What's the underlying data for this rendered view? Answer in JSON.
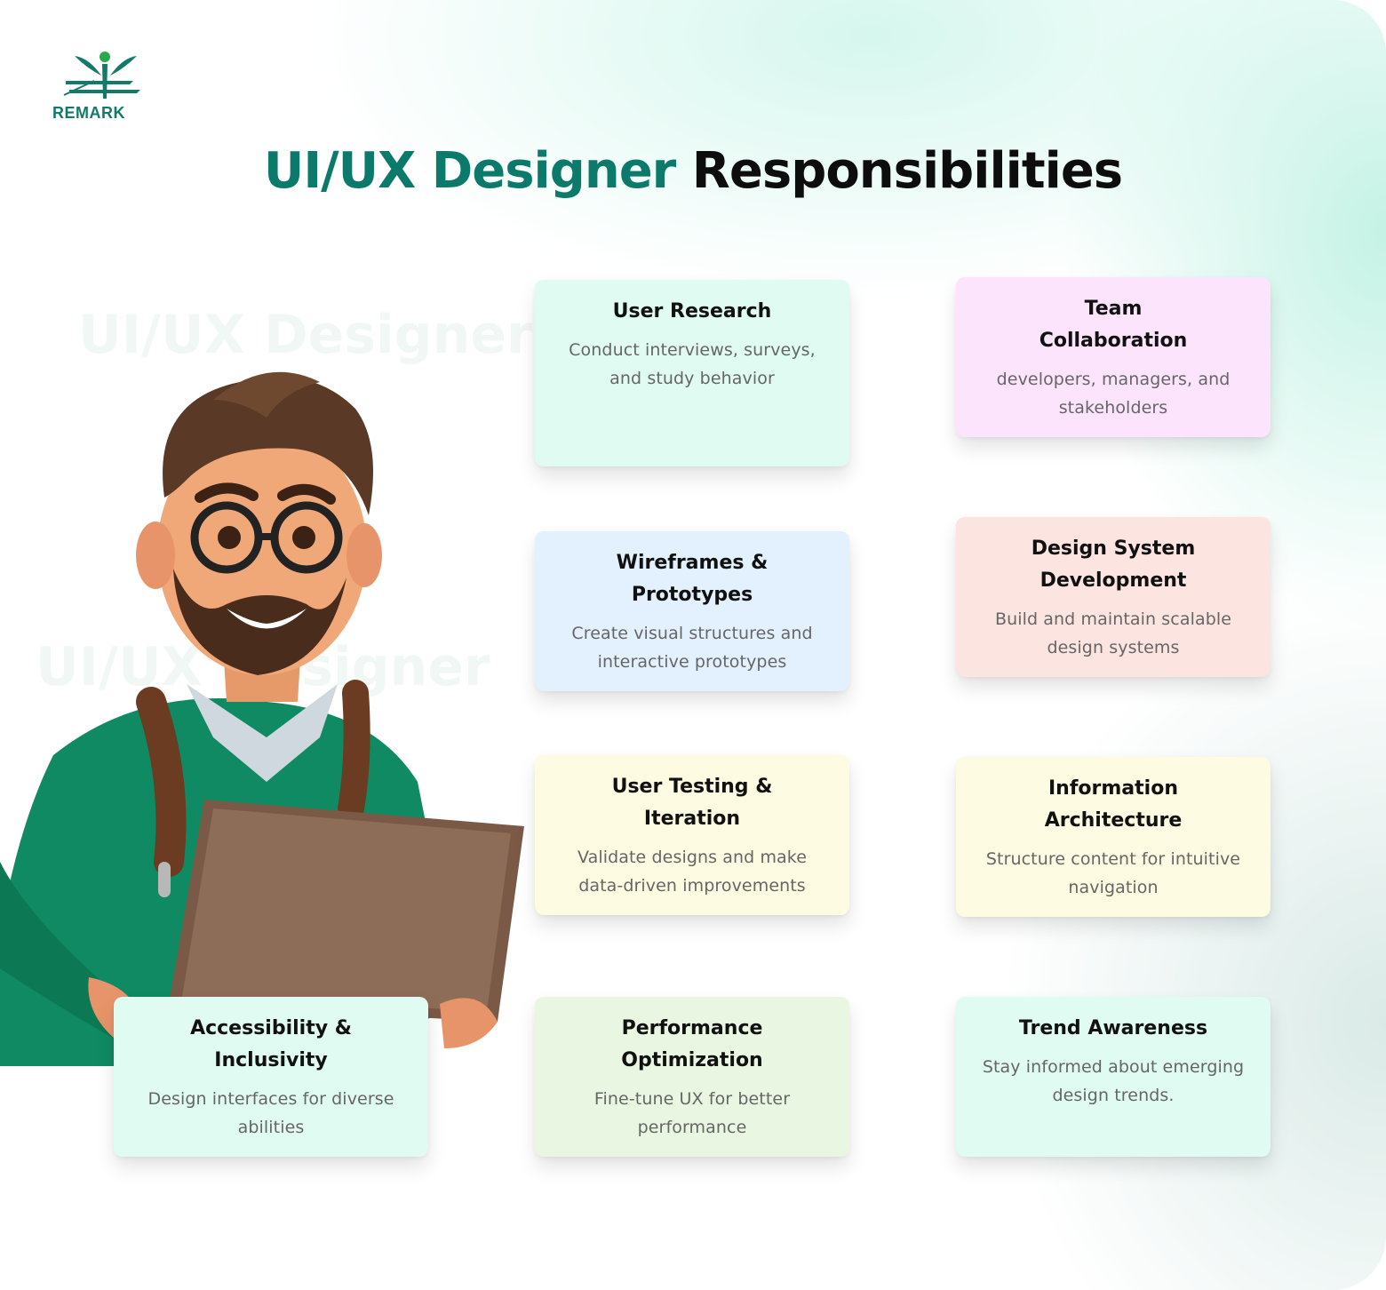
{
  "brand": {
    "name": "REMARK",
    "color": "#137a6a"
  },
  "title": {
    "accent": "UI/UX Designer",
    "rest": "Responsibilities",
    "accent_color": "#0c7a6b"
  },
  "watermarks": [
    "UI/UX Designer",
    "UI/UX Designer"
  ],
  "character": {
    "icon": "designer-with-laptop-illustration"
  },
  "cards": [
    {
      "title": "User Research",
      "desc": "Conduct interviews, surveys, and study behavior",
      "color": "#e0fbf1"
    },
    {
      "title": "Team Collaboration",
      "desc": "developers, managers, and stakeholders",
      "color": "#fbe4fc"
    },
    {
      "title": "Wireframes & Prototypes",
      "desc": "Create visual structures and interactive prototypes",
      "color": "#e3f0fd"
    },
    {
      "title": "Design System Development",
      "desc": "Build and maintain scalable design systems",
      "color": "#fce4e0"
    },
    {
      "title": "User Testing & Iteration",
      "desc": "Validate designs and make data-driven improvements",
      "color": "#fdfbe1"
    },
    {
      "title": "Information Architecture",
      "desc": "Structure content for intuitive navigation",
      "color": "#fdfbe1"
    },
    {
      "title": "Accessibility & Inclusivity",
      "desc": "Design interfaces for diverse abilities",
      "color": "#e0fbf1"
    },
    {
      "title": "Performance Optimization",
      "desc": "Fine-tune UX for better performance",
      "color": "#e9f7e2"
    },
    {
      "title": "Trend Awareness",
      "desc": "Stay informed about emerging design trends.",
      "color": "#e0fbf1"
    }
  ]
}
